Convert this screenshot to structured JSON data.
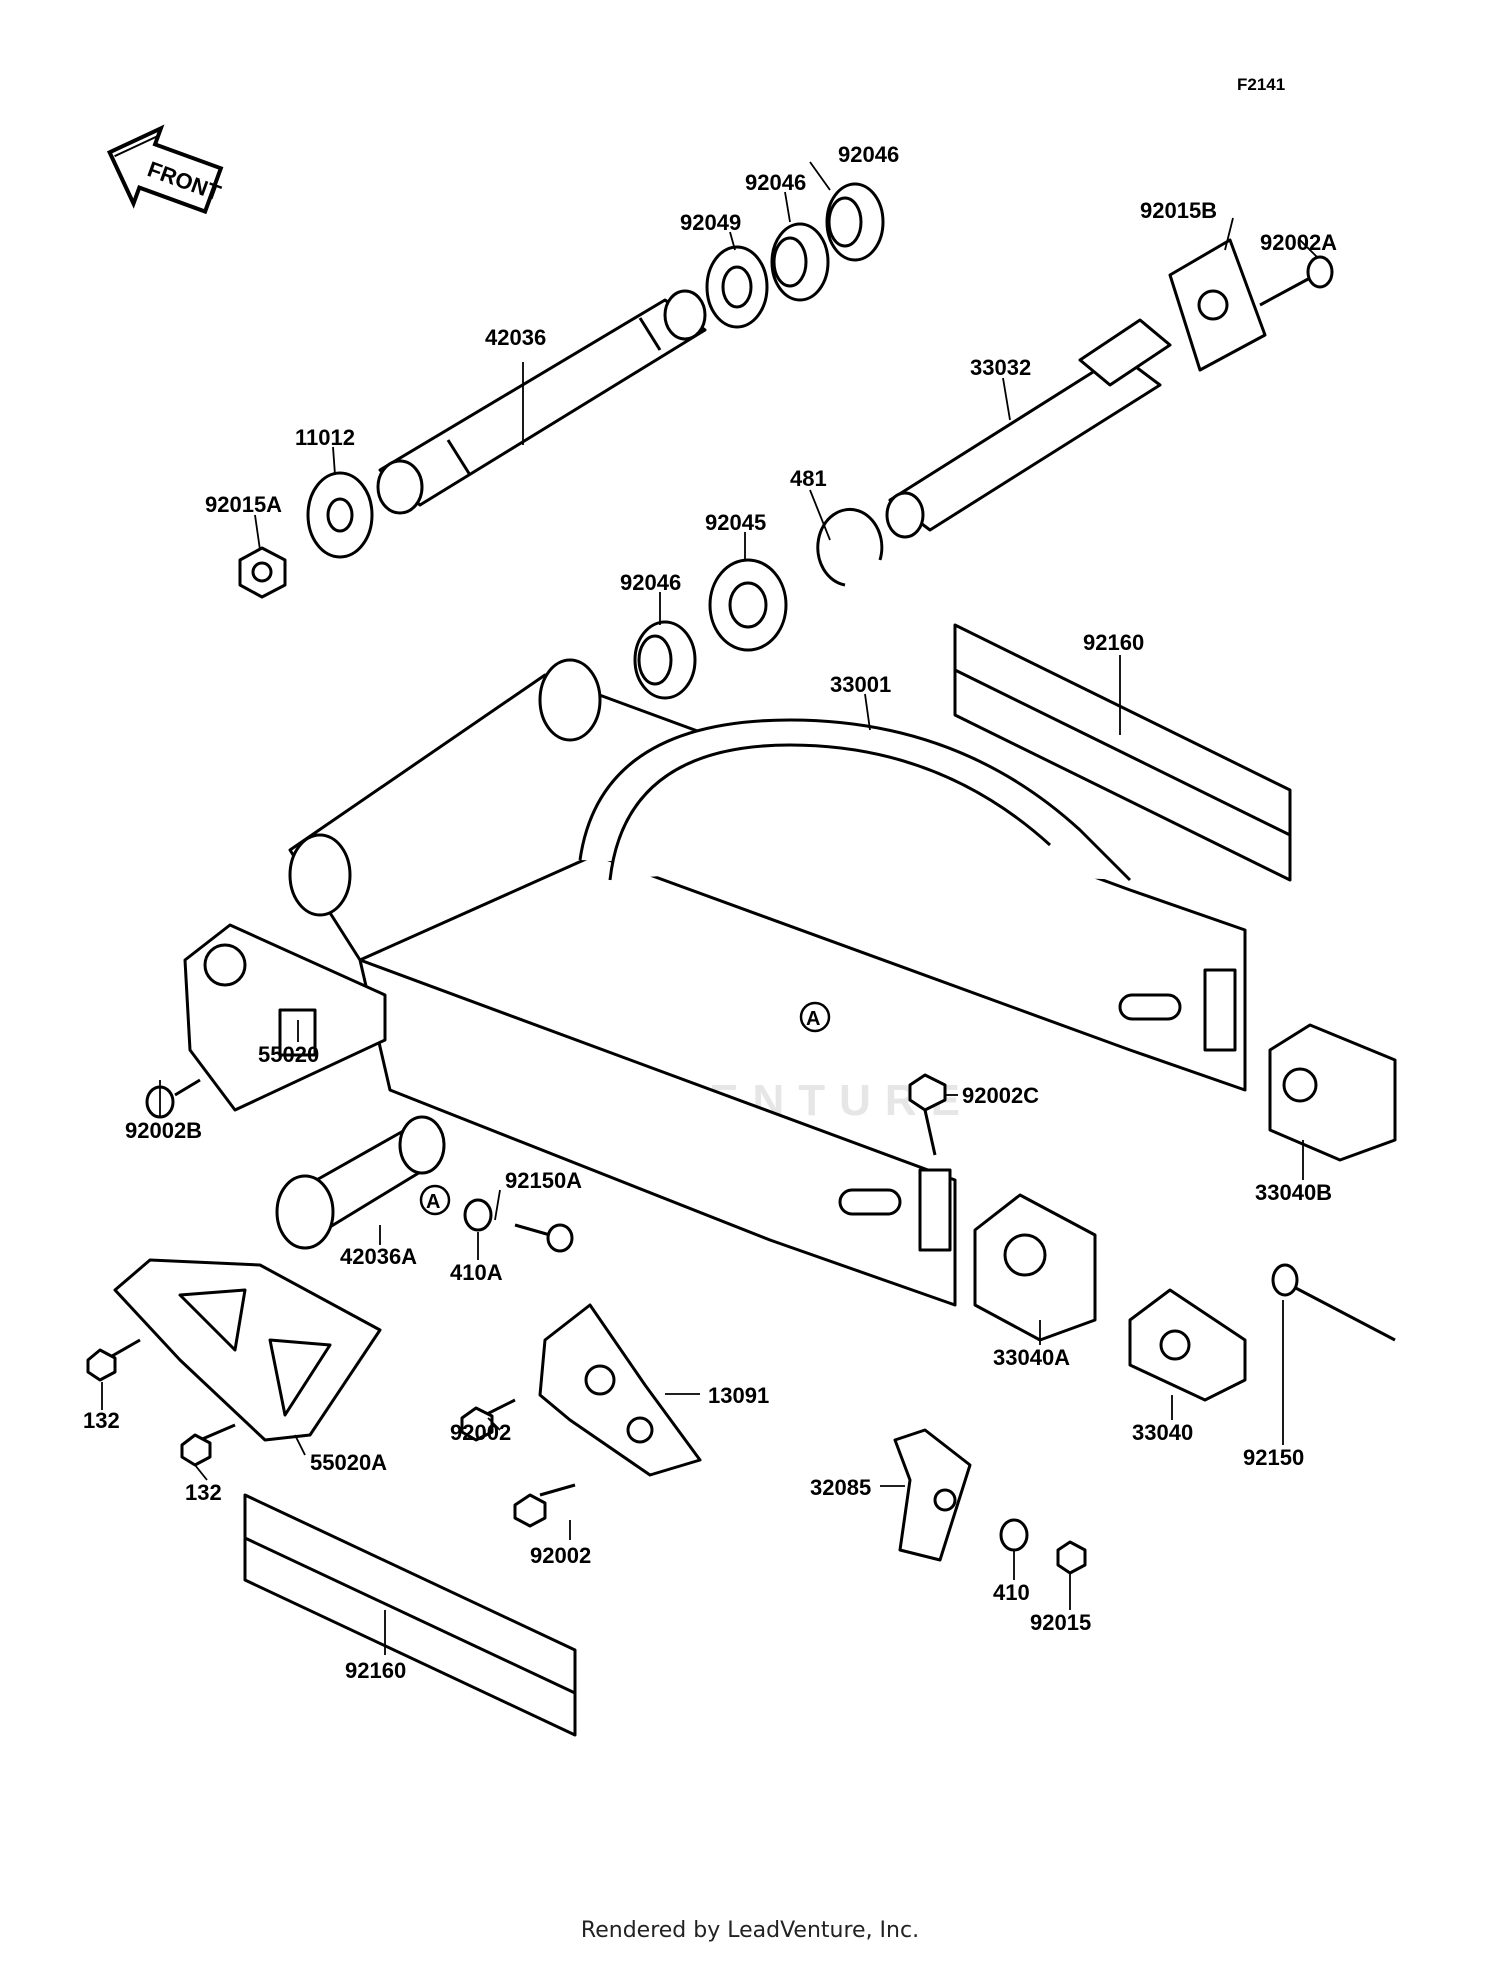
{
  "figure_code": "F2141",
  "front_arrow_label": "FRONT",
  "watermark": "LEADVENTURE",
  "footer": "Rendered by LeadVenture, Inc.",
  "callout_marker": "A",
  "parts": {
    "p92046_top": "92046",
    "p92046_mid": "92046",
    "p92049": "92049",
    "p92015B": "92015B",
    "p92002A": "92002A",
    "p42036": "42036",
    "p33032": "33032",
    "p11012": "11012",
    "p92015A": "92015A",
    "p481": "481",
    "p92045": "92045",
    "p92046_low": "92046",
    "p92160_top": "92160",
    "p33001": "33001",
    "p55020": "55020",
    "p92002B": "92002B",
    "p92002C": "92002C",
    "p33040B": "33040B",
    "p92150A": "92150A",
    "p42036A": "42036A",
    "p410A": "410A",
    "p33040A": "33040A",
    "p13091": "13091",
    "p132_a": "132",
    "p132_b": "132",
    "p55020A": "55020A",
    "p92002_a": "92002",
    "p92002_b": "92002",
    "p33040": "33040",
    "p92150": "92150",
    "p32085": "32085",
    "p410": "410",
    "p92015": "92015",
    "p92160_bot": "92160"
  }
}
